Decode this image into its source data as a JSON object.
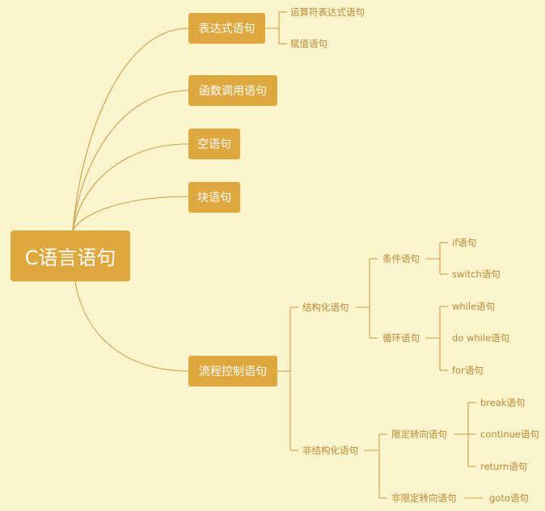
{
  "root": "C语言语句",
  "level1": {
    "expr": "表达式语句",
    "func": "函数调用语句",
    "empty": "空语句",
    "block": "块语句",
    "flow": "流程控制语句"
  },
  "expr_children": [
    "运算符表达式语句",
    "赋值语句"
  ],
  "flow_children": {
    "structured": "结构化语句",
    "unstructured": "非结构化语句"
  },
  "structured_children": {
    "cond": "条件语句",
    "loop": "循环语句"
  },
  "cond_children": [
    "if语句",
    "switch语句"
  ],
  "loop_children": [
    "while语句",
    "do while语句",
    "for语句"
  ],
  "unstructured_children": {
    "limited": "限定转向语句",
    "unlimited": "非限定转向语句"
  },
  "limited_children": [
    "break语句",
    "continue语句",
    "return语句"
  ],
  "unlimited_children": [
    "goto语句"
  ],
  "colors": {
    "background": "#fcf4cc",
    "node_fill": "#dfa83f",
    "node_text": "#ffffff",
    "line": "#c8a04a",
    "leaf_text": "#b88a36"
  }
}
